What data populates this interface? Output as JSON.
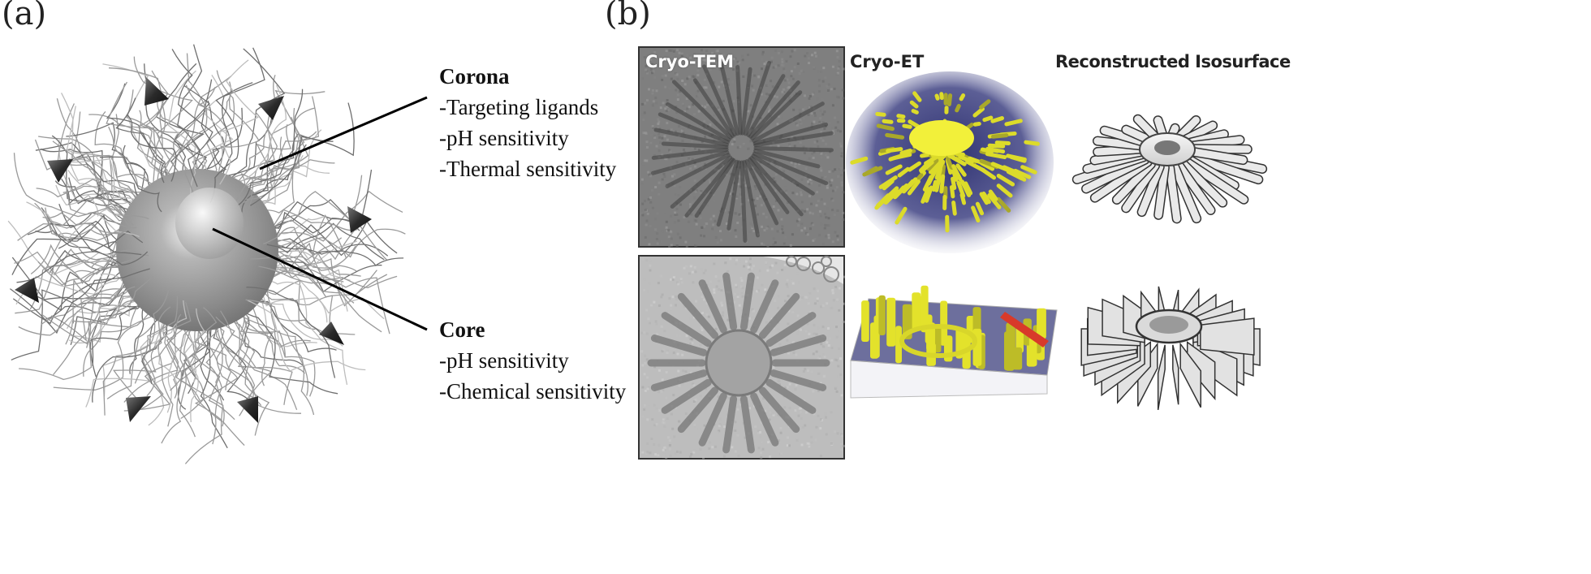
{
  "panels": {
    "a": {
      "label": "(a)",
      "corona": {
        "title": "Corona",
        "items": [
          "-Targeting ligands",
          "-pH sensitivity",
          "-Thermal sensitivity"
        ]
      },
      "core": {
        "title": "Core",
        "items": [
          "-pH sensitivity",
          "-Chemical sensitivity"
        ]
      }
    },
    "b": {
      "label": "(b)",
      "headers": {
        "cryo_tem": "Cryo-TEM",
        "cryo_et": "Cryo-ET",
        "isosurface": "Reconstructed Isosurface"
      }
    }
  },
  "colors": {
    "core": "#8a8a8a",
    "ligand": "#3a3a3a",
    "et_yellow": "#e7e62a",
    "et_background": "#3b3f7a",
    "tem_dark": "#555555",
    "tem_light": "#b9b9b9"
  }
}
